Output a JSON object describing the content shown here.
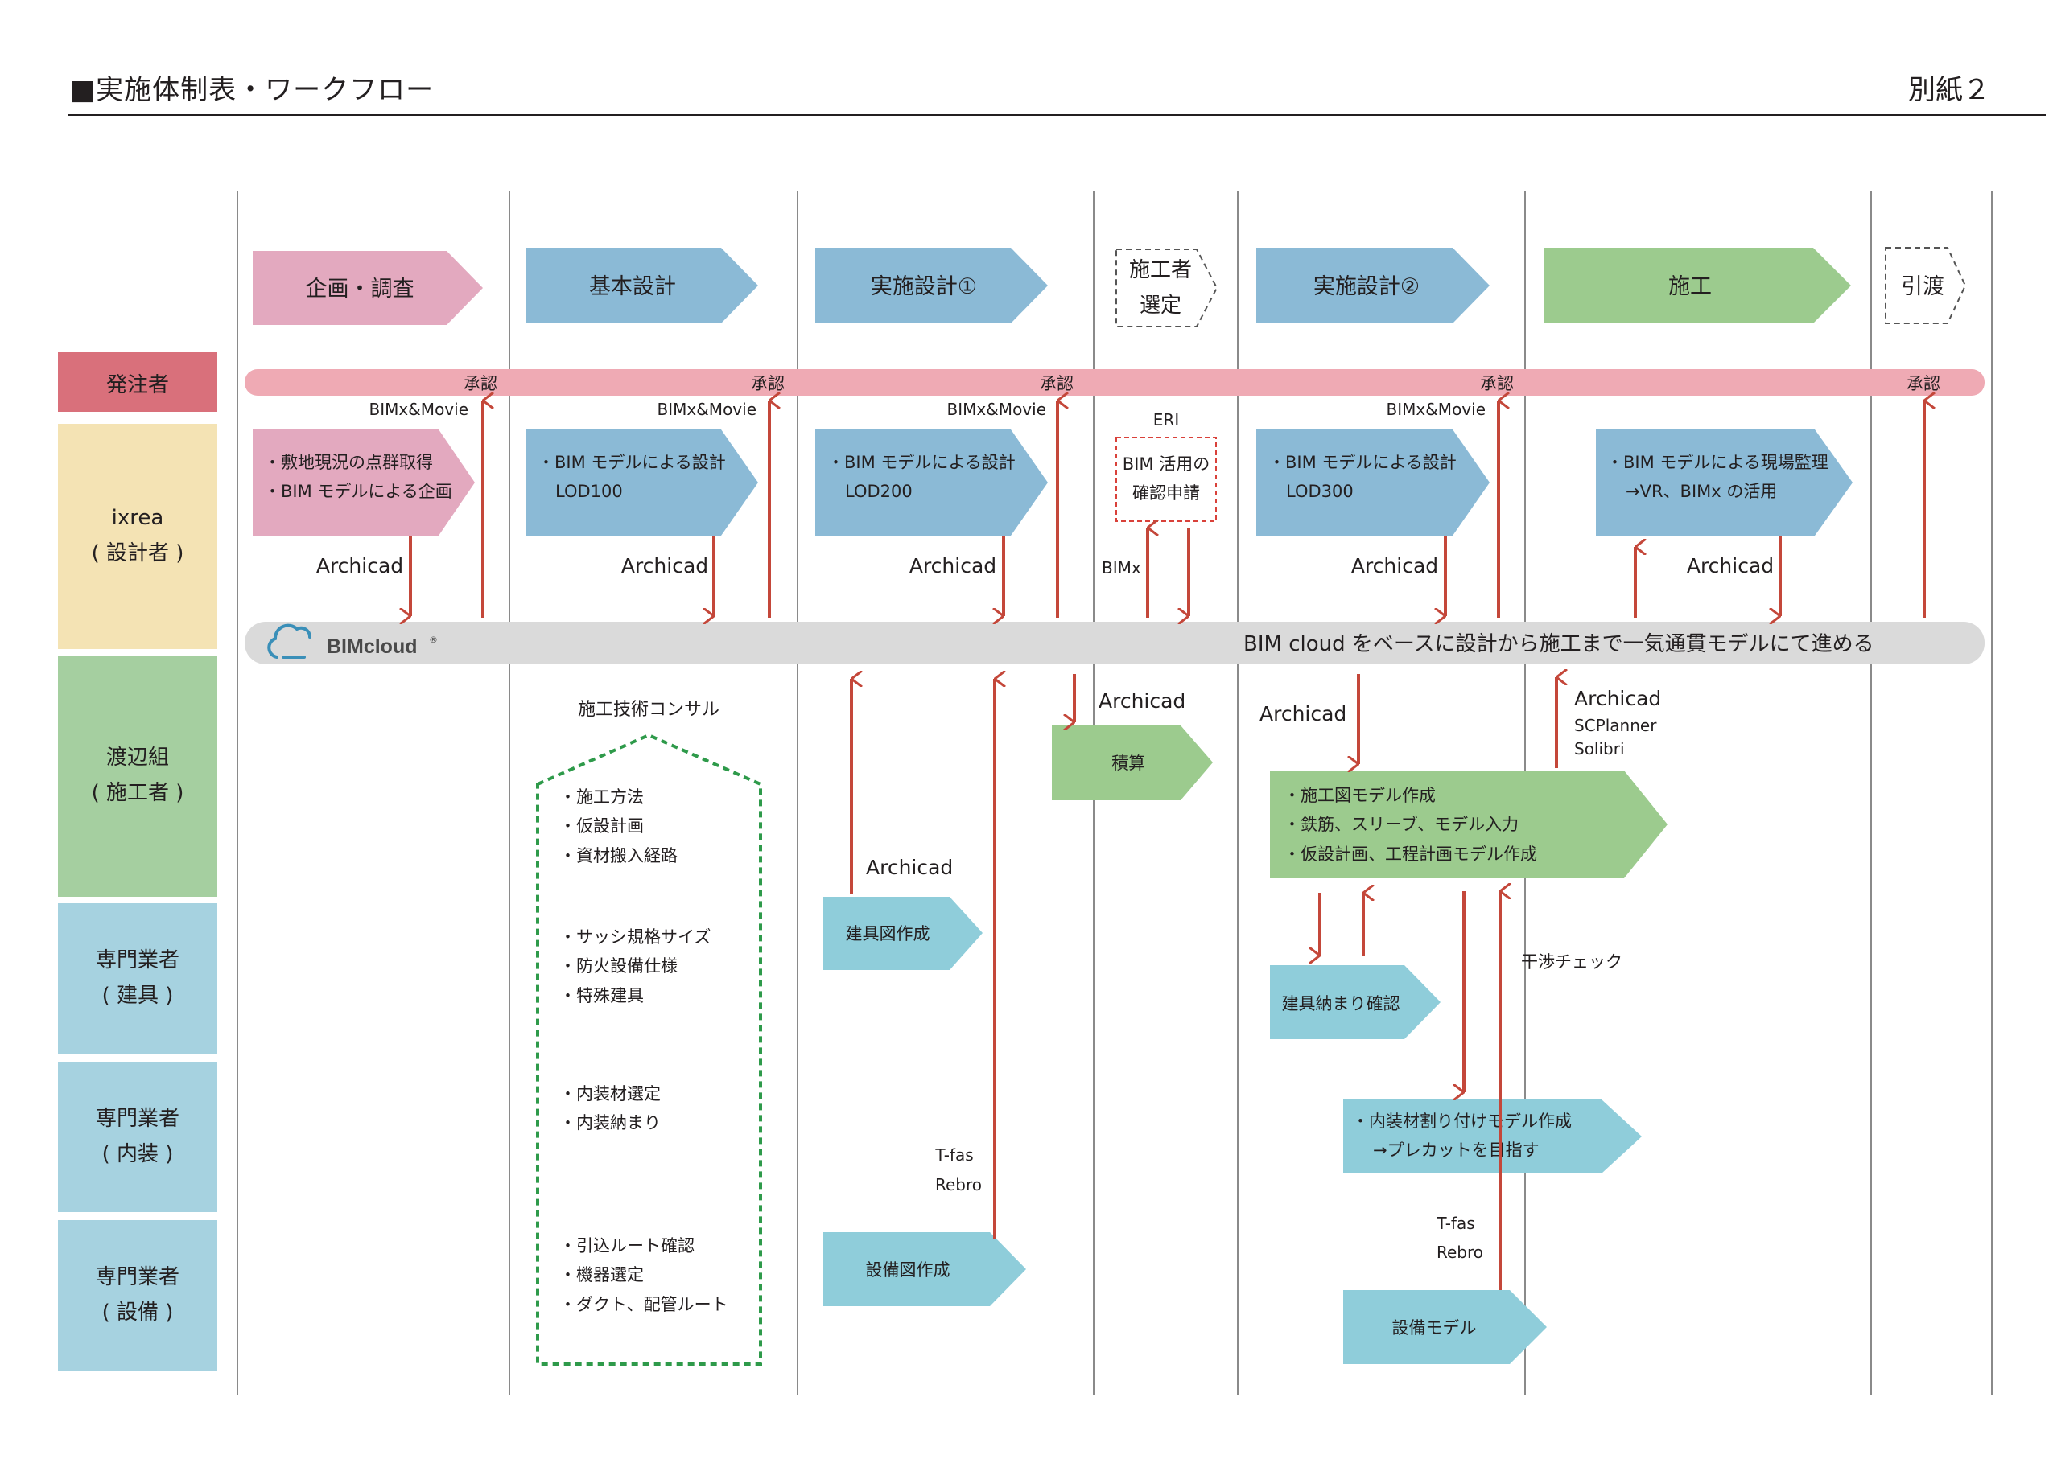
{
  "header": {
    "title": "■実施体制表・ワークフロー",
    "annex": "別紙２"
  },
  "colors": {
    "client": "#d9707b",
    "designer": "#f4e3b4",
    "constructor": "#a5cfa0",
    "subcontractor": "#a6d2e0",
    "bar_client": "#efaab4",
    "bar_cloud": "#dadada",
    "chevron_pink": "#e3a9bf",
    "chevron_blue": "#8bbad6",
    "chevron_green": "#9ccb8e",
    "chevron_teal": "#8fcdda",
    "arrow": "#c4473a",
    "consult_border": "#2e9a4a"
  },
  "phases": {
    "p1": "企画・調査",
    "p2": "基本設計",
    "p3": "実施設計①",
    "p4": [
      "施工者",
      "選定"
    ],
    "p5": "実施設計②",
    "p6": "施工",
    "p7": "引渡"
  },
  "roles": {
    "client": "発注者",
    "designer": [
      "ixrea",
      "( 設計者 )"
    ],
    "constructor": [
      "渡辺組",
      "( 施工者 )"
    ],
    "sub1": [
      "専門業者",
      "( 建具 )"
    ],
    "sub2": [
      "専門業者",
      "( 内装 )"
    ],
    "sub3": [
      "専門業者",
      "( 設備 )"
    ]
  },
  "approval": "承認",
  "bimx_movie": "BIMx&Movie",
  "archicad": "Archicad",
  "eri": "ERI",
  "bimx": "BIMx",
  "bimcloud": {
    "logo": "BIMcloud",
    "mark": "®",
    "tagline": "BIM cloud をベースに設計から施工まで一気通貫モデルにて進める"
  },
  "designer_tasks": {
    "t1": [
      "・敷地現況の点群取得",
      "・BIM モデルによる企画"
    ],
    "t2": [
      "・BIM モデルによる設計",
      "LOD100"
    ],
    "t3": [
      "・BIM モデルによる設計",
      "LOD200"
    ],
    "t4": [
      "BIM 活用の",
      "確認申請"
    ],
    "t5": [
      "・BIM モデルによる設計",
      "LOD300"
    ],
    "t6": [
      "・BIM モデルによる現場監理",
      "→VR、BIMx の活用"
    ]
  },
  "consult": {
    "title": "施工技術コンサル",
    "g1": [
      "・施工方法",
      "・仮設計画",
      "・資材搬入経路"
    ],
    "g2": [
      "・サッシ規格サイズ",
      "・防火設備仕様",
      "・特殊建具"
    ],
    "g3": [
      "・内装材選定",
      "・内装納まり"
    ],
    "g4": [
      "・引込ルート確認",
      "・機器選定",
      "・ダクト、配管ルート"
    ]
  },
  "construction": {
    "estimate": "積算",
    "model": [
      "・施工図モデル作成",
      "・鉄筋、スリーブ、モデル入力",
      "・仮設計画、工程計画モデル作成"
    ],
    "tools": [
      "SCPlanner",
      "Solibri"
    ],
    "clash": "干渉チェック"
  },
  "sub_tasks": {
    "fitting_drawing": "建具図作成",
    "equipment_drawing": "設備図作成",
    "fitting_check": "建具納まり確認",
    "interior_model": [
      "・内装材割り付けモデル作成",
      "→プレカットを目指す"
    ],
    "equipment_model": "設備モデル",
    "mep_tools": [
      "T-fas",
      "Rebro"
    ]
  }
}
